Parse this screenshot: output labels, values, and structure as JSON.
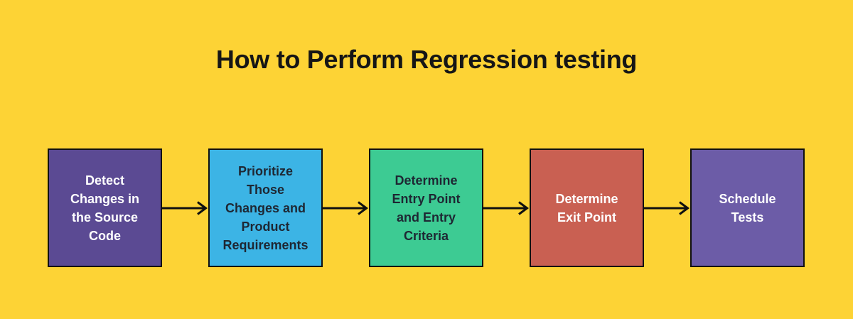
{
  "title": "How to Perform Regression testing",
  "colors": {
    "background": "#FDD335",
    "border": "#101010",
    "arrow": "#101010",
    "title_text": "#161616"
  },
  "icons": {
    "connector": "arrow-right-icon"
  },
  "flow": {
    "steps": [
      {
        "label": "Detect\nChanges in\nthe Source\nCode",
        "bg": "#5B4A93",
        "text_color": "#FFFFFF"
      },
      {
        "label": "Prioritize\nThose\nChanges and\nProduct\nRequirements",
        "bg": "#3CB4E5",
        "text_color": "#1E2733"
      },
      {
        "label": "Determine\nEntry Point\nand Entry\nCriteria",
        "bg": "#3DCB93",
        "text_color": "#1E2733"
      },
      {
        "label": "Determine\nExit Point",
        "bg": "#C96052",
        "text_color": "#FFFFFF"
      },
      {
        "label": "Schedule\nTests",
        "bg": "#6C5CA7",
        "text_color": "#FFFFFF"
      }
    ]
  }
}
